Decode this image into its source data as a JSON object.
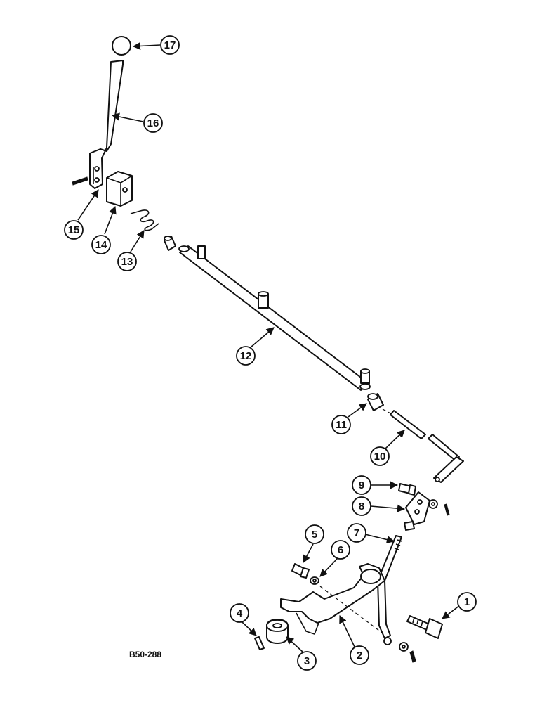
{
  "figure": {
    "reference": "B50-288",
    "callouts": [
      "1",
      "2",
      "3",
      "4",
      "5",
      "6",
      "7",
      "8",
      "9",
      "10",
      "11",
      "12",
      "13",
      "14",
      "15",
      "16",
      "17"
    ]
  }
}
